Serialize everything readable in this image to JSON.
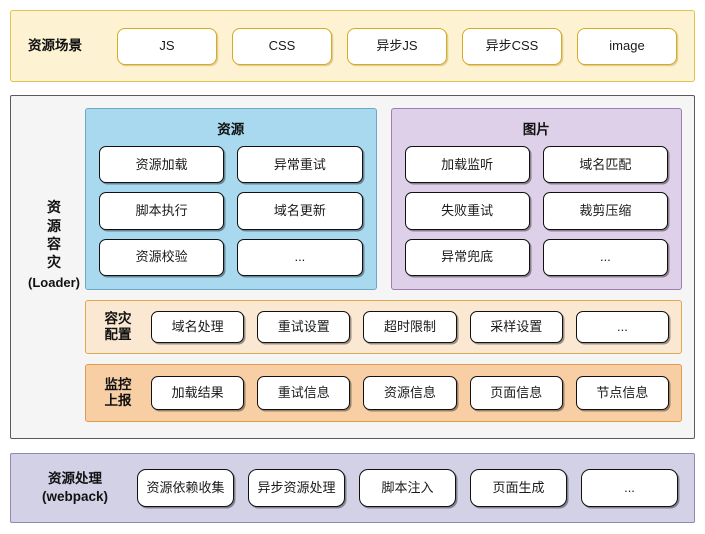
{
  "scene": {
    "label": "资源场景",
    "items": [
      "JS",
      "CSS",
      "异步JS",
      "异步CSS",
      "image"
    ]
  },
  "loader": {
    "label_chars": [
      "资",
      "源",
      "容",
      "灾"
    ],
    "label_paren": "(Loader)",
    "panels": [
      {
        "title": "资源",
        "items": [
          "资源加载",
          "异常重试",
          "脚本执行",
          "域名更新",
          "资源校验",
          "..."
        ]
      },
      {
        "title": "图片",
        "items": [
          "加载监听",
          "域名匹配",
          "失败重试",
          "裁剪压缩",
          "异常兜底",
          "..."
        ]
      }
    ],
    "config_band": {
      "label": "容灾\n配置",
      "items": [
        "域名处理",
        "重试设置",
        "超时限制",
        "采样设置",
        "..."
      ]
    },
    "report_band": {
      "label": "监控\n上报",
      "items": [
        "加载结果",
        "重试信息",
        "资源信息",
        "页面信息",
        "节点信息"
      ]
    }
  },
  "webpack": {
    "label": "资源处理\n(webpack)",
    "items": [
      "资源依赖收集",
      "异步资源处理",
      "脚本注入",
      "页面生成",
      "..."
    ]
  },
  "colors": {
    "scene_bg": "#fdf3d3",
    "scene_border": "#e3c14c",
    "scene_pill_border": "#d8a922",
    "loader_bg": "#f5f5f5",
    "loader_border": "#5a5a5a",
    "panel_resource_bg": "#a9d9ef",
    "panel_resource_border": "#6aa9c6",
    "panel_image_bg": "#ddd0e8",
    "panel_image_border": "#9c7eb5",
    "config_bg": "#fbe8d2",
    "config_border": "#e0a94e",
    "report_bg": "#f8cfa4",
    "report_border": "#e09a4e",
    "webpack_bg": "#d2d1e6",
    "webpack_border": "#8f8bb5",
    "cell_bg": "#ffffff",
    "cell_border": "#111111"
  }
}
